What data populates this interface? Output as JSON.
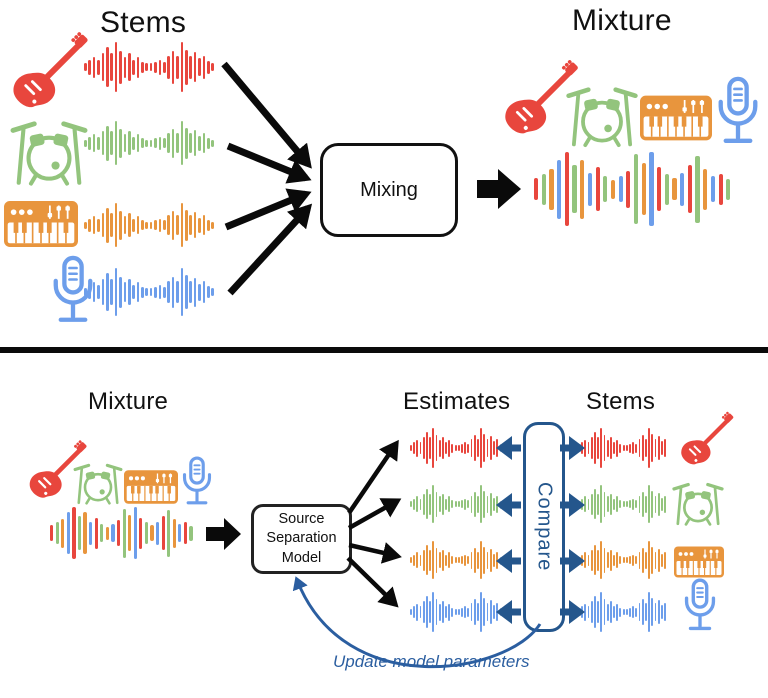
{
  "colors": {
    "red": "#E8463D",
    "green": "#93C47D",
    "orange": "#E8953D",
    "blue": "#6D9EEB",
    "dark_blue": "#24568C",
    "note_blue": "#2B5EA0",
    "black": "#111111"
  },
  "titles": {
    "stems_top": "Stems",
    "mixture_top": "Mixture",
    "mixture_bottom": "Mixture",
    "estimates": "Estimates",
    "stems_bottom": "Stems"
  },
  "boxes": {
    "mixing": "Mixing",
    "model_lines": [
      "Source",
      "Separation",
      "Model"
    ],
    "compare": "Compare"
  },
  "annotations": {
    "update_note": "Update model parameters"
  },
  "instruments": [
    {
      "name": "bass-guitar",
      "color": "red"
    },
    {
      "name": "drum-kit",
      "color": "green"
    },
    {
      "name": "keyboard-synth",
      "color": "orange"
    },
    {
      "name": "microphone",
      "color": "blue"
    }
  ],
  "waveform": {
    "pattern": [
      0.16,
      0.3,
      0.42,
      0.3,
      0.55,
      0.8,
      0.55,
      1.0,
      0.65,
      0.42,
      0.55,
      0.3,
      0.42,
      0.22,
      0.16,
      0.16,
      0.22,
      0.3,
      0.22,
      0.45,
      0.65,
      0.45,
      1.0,
      0.7,
      0.45,
      0.6,
      0.35,
      0.45,
      0.25,
      0.16
    ],
    "mixture_pattern": [
      0.3,
      0.42,
      0.55,
      0.8,
      1.0,
      0.65,
      0.8,
      0.45,
      0.6,
      0.35,
      0.25,
      0.35,
      0.5,
      0.95,
      0.7,
      1.0,
      0.6,
      0.42,
      0.3,
      0.45,
      0.65,
      0.9,
      0.55,
      0.35,
      0.42,
      0.28
    ],
    "mixture_color_cycle": [
      "red",
      "green",
      "orange",
      "blue"
    ]
  }
}
